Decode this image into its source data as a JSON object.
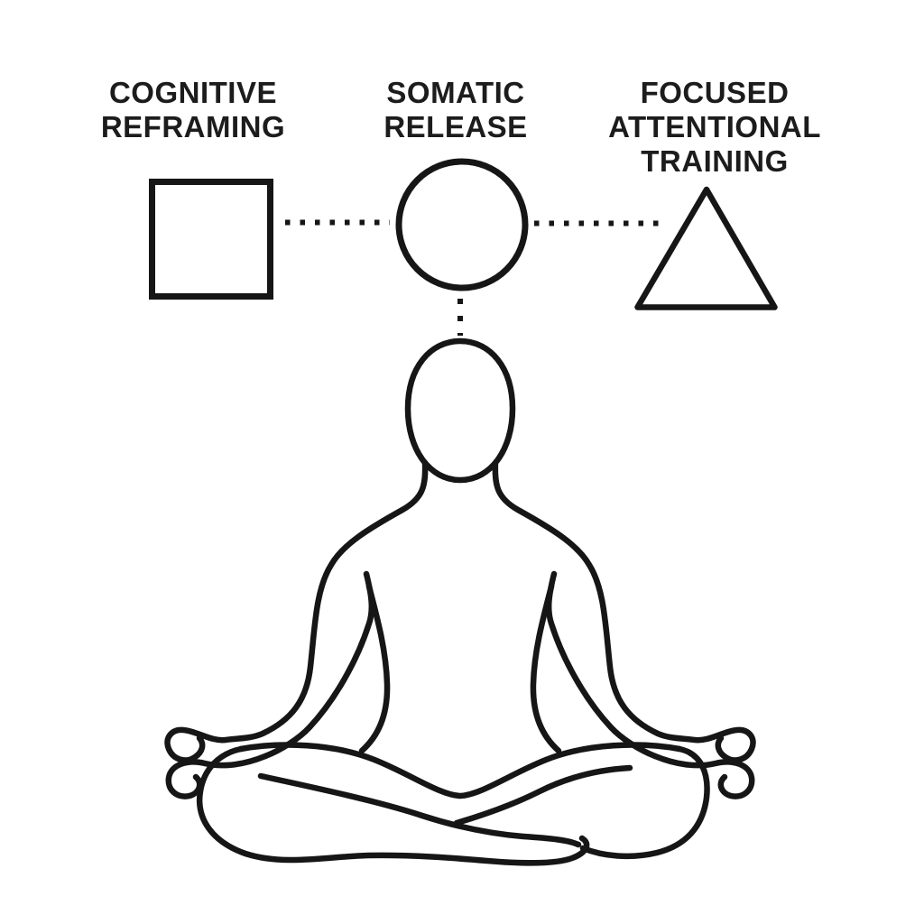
{
  "diagram_title": "",
  "colors": {
    "line": "#161616",
    "text": "#1c1c1c",
    "background": "#ffffff"
  },
  "concepts": [
    {
      "label": "COGNITIVE REFRAMING",
      "lines": [
        "COGNITIVE",
        "REFRAMING"
      ],
      "shape": "square"
    },
    {
      "label": "SOMATIC RELEASE",
      "lines": [
        "SOMATIC",
        "RELEASE"
      ],
      "shape": "circle"
    },
    {
      "label": "FOCUSED ATTENTIONAL TRAINING",
      "lines": [
        "FOCUSED",
        "ATTENTIONAL",
        "TRAINING"
      ],
      "shape": "triangle"
    }
  ],
  "connections": [
    {
      "from": "square",
      "to": "circle",
      "style": "dotted"
    },
    {
      "from": "circle",
      "to": "triangle",
      "style": "dotted"
    },
    {
      "from": "circle",
      "to": "meditator-head",
      "style": "dotted"
    }
  ],
  "figure": {
    "description": "Person seated in lotus meditation pose, minimalist black line art, hands in mudra resting on knees"
  }
}
